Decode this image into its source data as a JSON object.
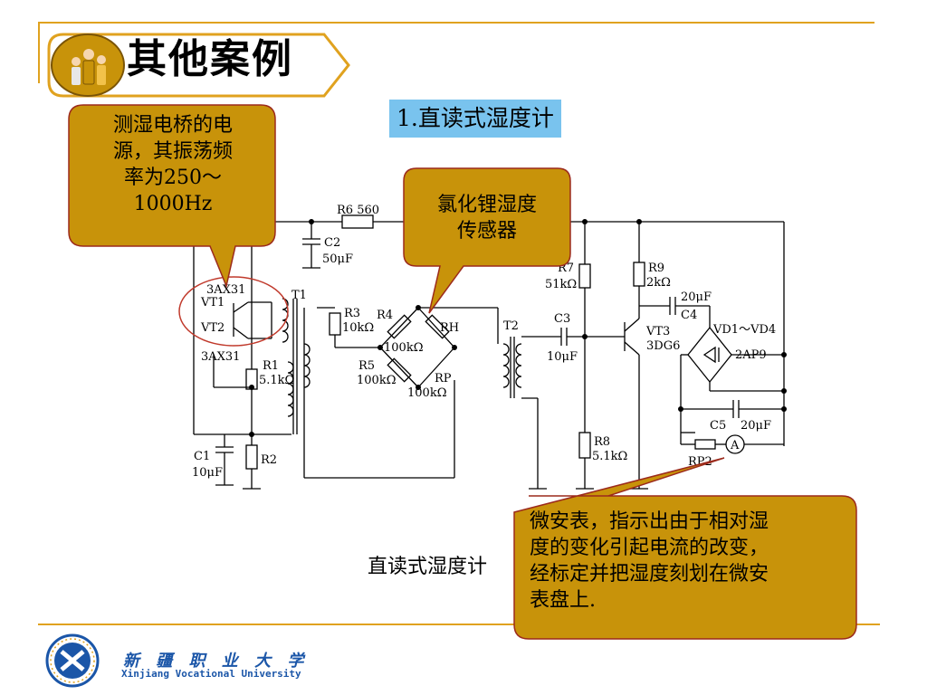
{
  "slide": {
    "title": "其他案例",
    "subtitle": "1.直读式湿度计",
    "caption": "直读式湿度计"
  },
  "callouts": [
    {
      "lines": [
        "测湿电桥的电",
        "源，其振荡频",
        "率为250～",
        "1000Hz"
      ]
    },
    {
      "lines": [
        "氯化锂湿度",
        "传感器"
      ]
    },
    {
      "lines": [
        "微安表，指示出由于相对湿",
        "度的变化引起电流的改变，",
        "经标定并把湿度刻划在微安",
        "表盘上."
      ]
    }
  ],
  "circuit": {
    "r6": "R6 560",
    "c2": "C2",
    "c2_value": "50μF",
    "vt1_type": "3AX31",
    "vt1": "VT1",
    "vt2": "VT2",
    "vt2_type": "3AX31",
    "t1": "T1",
    "r1": "R1",
    "r1_value": "5.1kΩ",
    "c1": "C1",
    "c1_value": "10μF",
    "r2": "R2",
    "r3": "R3",
    "r3_value": "10kΩ",
    "r4": "R4",
    "rh": "RH",
    "r4_value": "100kΩ",
    "r5": "R5",
    "r5_value": "100kΩ",
    "rp": "RP",
    "rp_value": "100kΩ",
    "t2": "T2",
    "c3": "C3",
    "c3_value": "10μF",
    "r7": "R7",
    "r7_value": "51kΩ",
    "r8": "R8",
    "r8_value": "5.1kΩ",
    "r9": "R9",
    "r9_value": "2kΩ",
    "c4_value": "20μF",
    "c4": "C4",
    "vt3": "VT3",
    "vt3_type": "3DG6",
    "diodes": "VD1～VD4",
    "diode_type": "2AP9",
    "c5": "C5",
    "c5_value": "20μF",
    "rp2": "RP2",
    "meter": "A"
  },
  "logo": {
    "name_cn": "新 疆 职 业 大 学",
    "name_en": "Xinjiang Vocational University"
  },
  "colors": {
    "accent": "#e0a21f",
    "callout_fill": "#c8930a",
    "subtitle_bg": "#79c3ee",
    "logo_blue": "#1b56a8"
  }
}
